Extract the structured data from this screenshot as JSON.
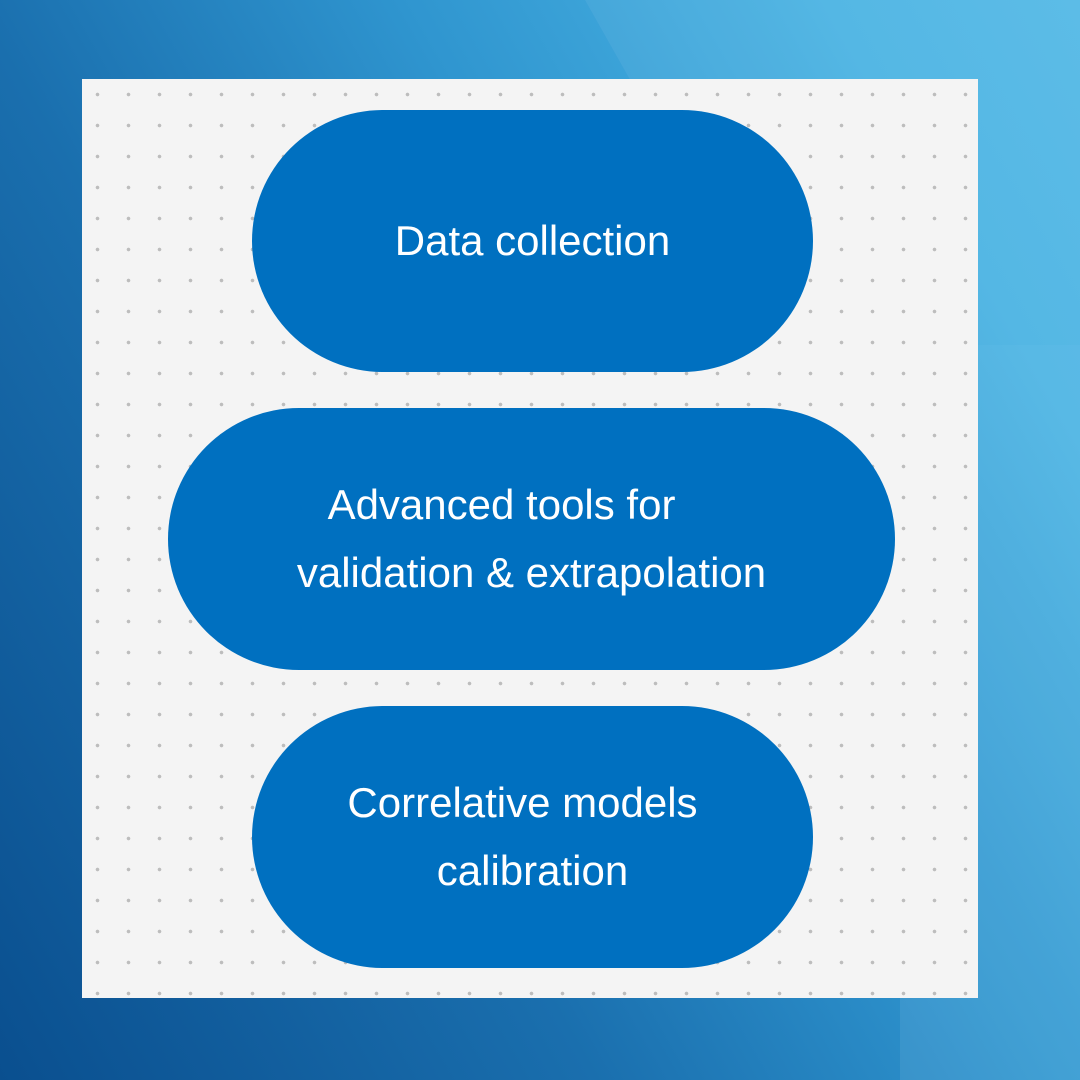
{
  "colors": {
    "box": "#0070c0",
    "panel": "#f4f4f4",
    "text": "#ffffff"
  },
  "steps": [
    {
      "lines": [
        "Data collection"
      ]
    },
    {
      "lines": [
        "Advanced tools for",
        "validation & extrapolation"
      ]
    },
    {
      "lines": [
        "Correlative models",
        "calibration"
      ]
    }
  ]
}
